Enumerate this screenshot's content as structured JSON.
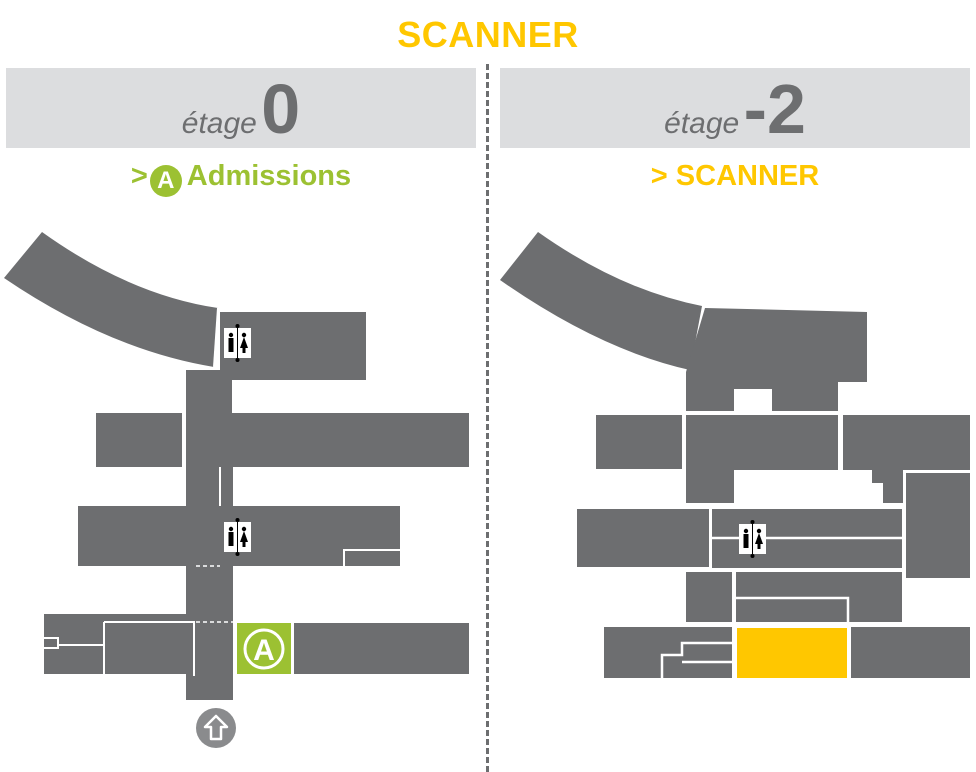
{
  "title": "SCANNER",
  "colors": {
    "accent_yellow": "#ffc700",
    "accent_green": "#9cc132",
    "building_gray": "#6d6e70",
    "band_gray": "#dcdddf"
  },
  "left_panel": {
    "floor_word": "étage",
    "floor_number": "0",
    "destination_prefix": ">",
    "destination_badge": "A",
    "destination_label": "Admissions",
    "markers": {
      "admissions_badge": "A",
      "restroom_icon": "restroom-icon",
      "entrance_icon": "entrance-arrow-icon"
    }
  },
  "right_panel": {
    "floor_word": "étage",
    "floor_number": "-2",
    "destination_label": "> SCANNER",
    "markers": {
      "restroom_icon": "restroom-icon",
      "scanner_room_highlight": "scanner-room"
    }
  }
}
